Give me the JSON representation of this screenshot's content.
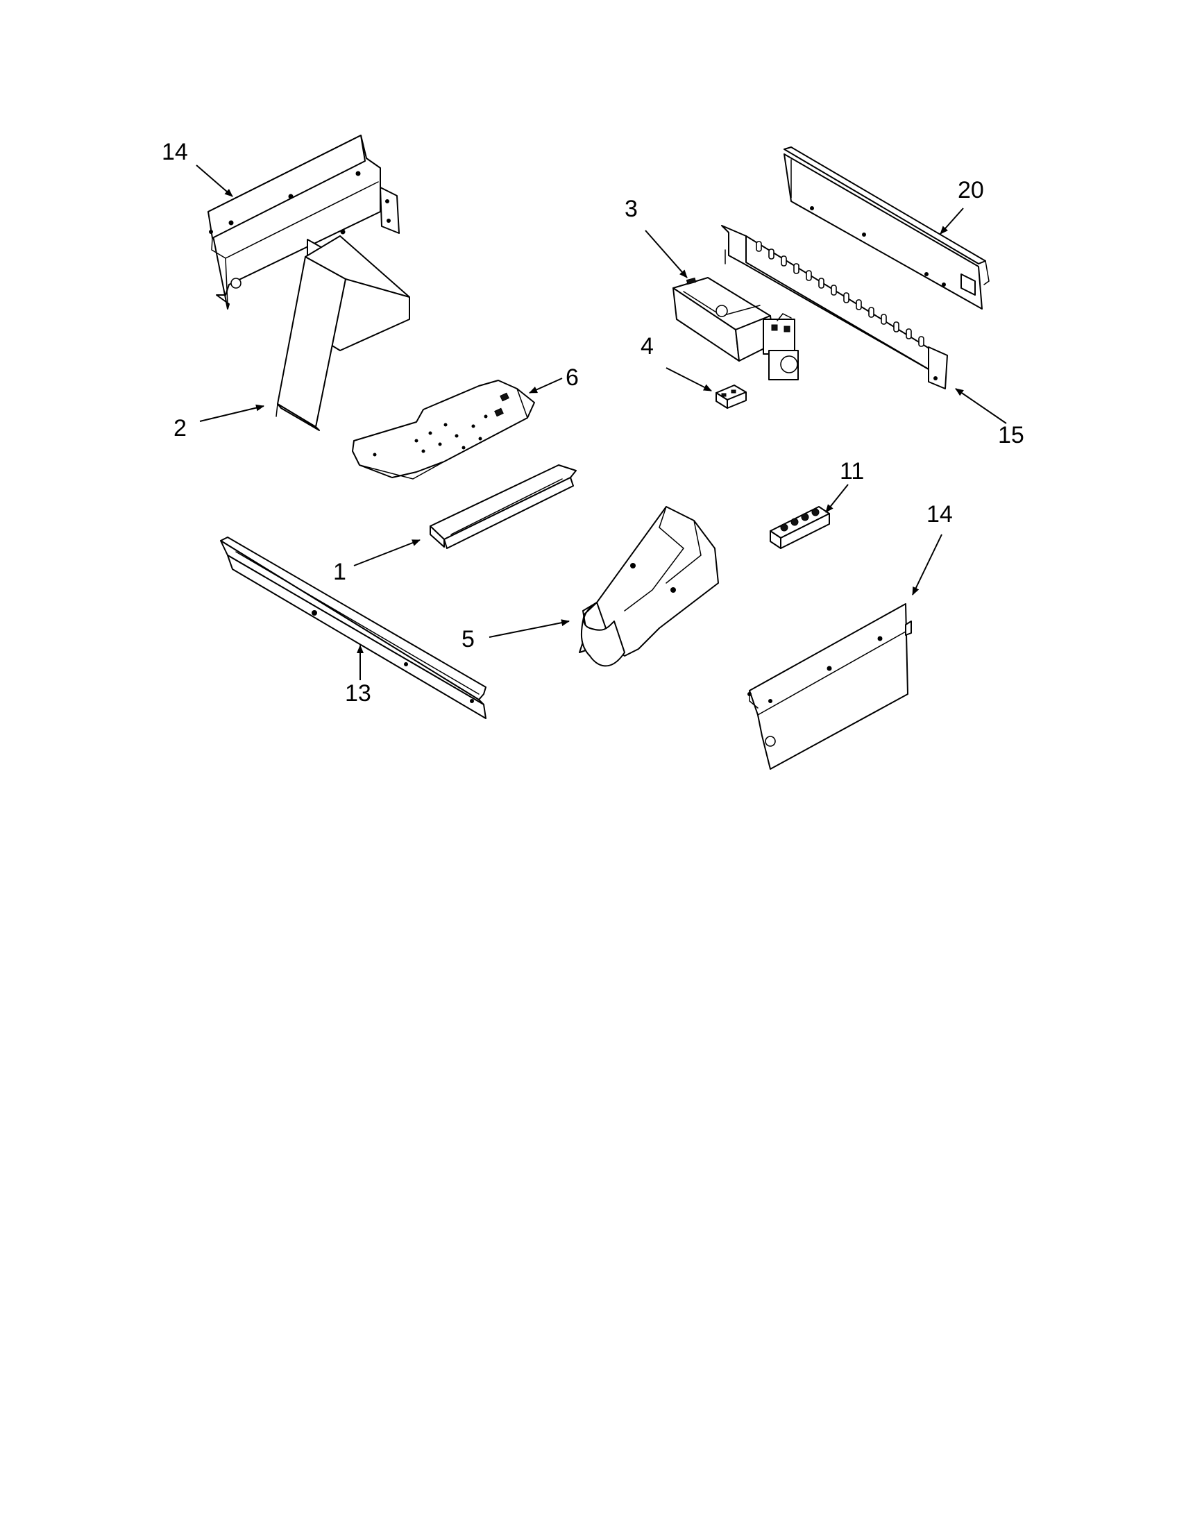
{
  "colors": {
    "background": "#ffffff",
    "ink": "#000000"
  },
  "callouts": {
    "c14_top": "14",
    "c20": "20",
    "c3": "3",
    "c2": "2",
    "c6": "6",
    "c4": "4",
    "c15": "15",
    "c11": "11",
    "c14_right": "14",
    "c1": "1",
    "c5": "5",
    "c13": "13"
  }
}
